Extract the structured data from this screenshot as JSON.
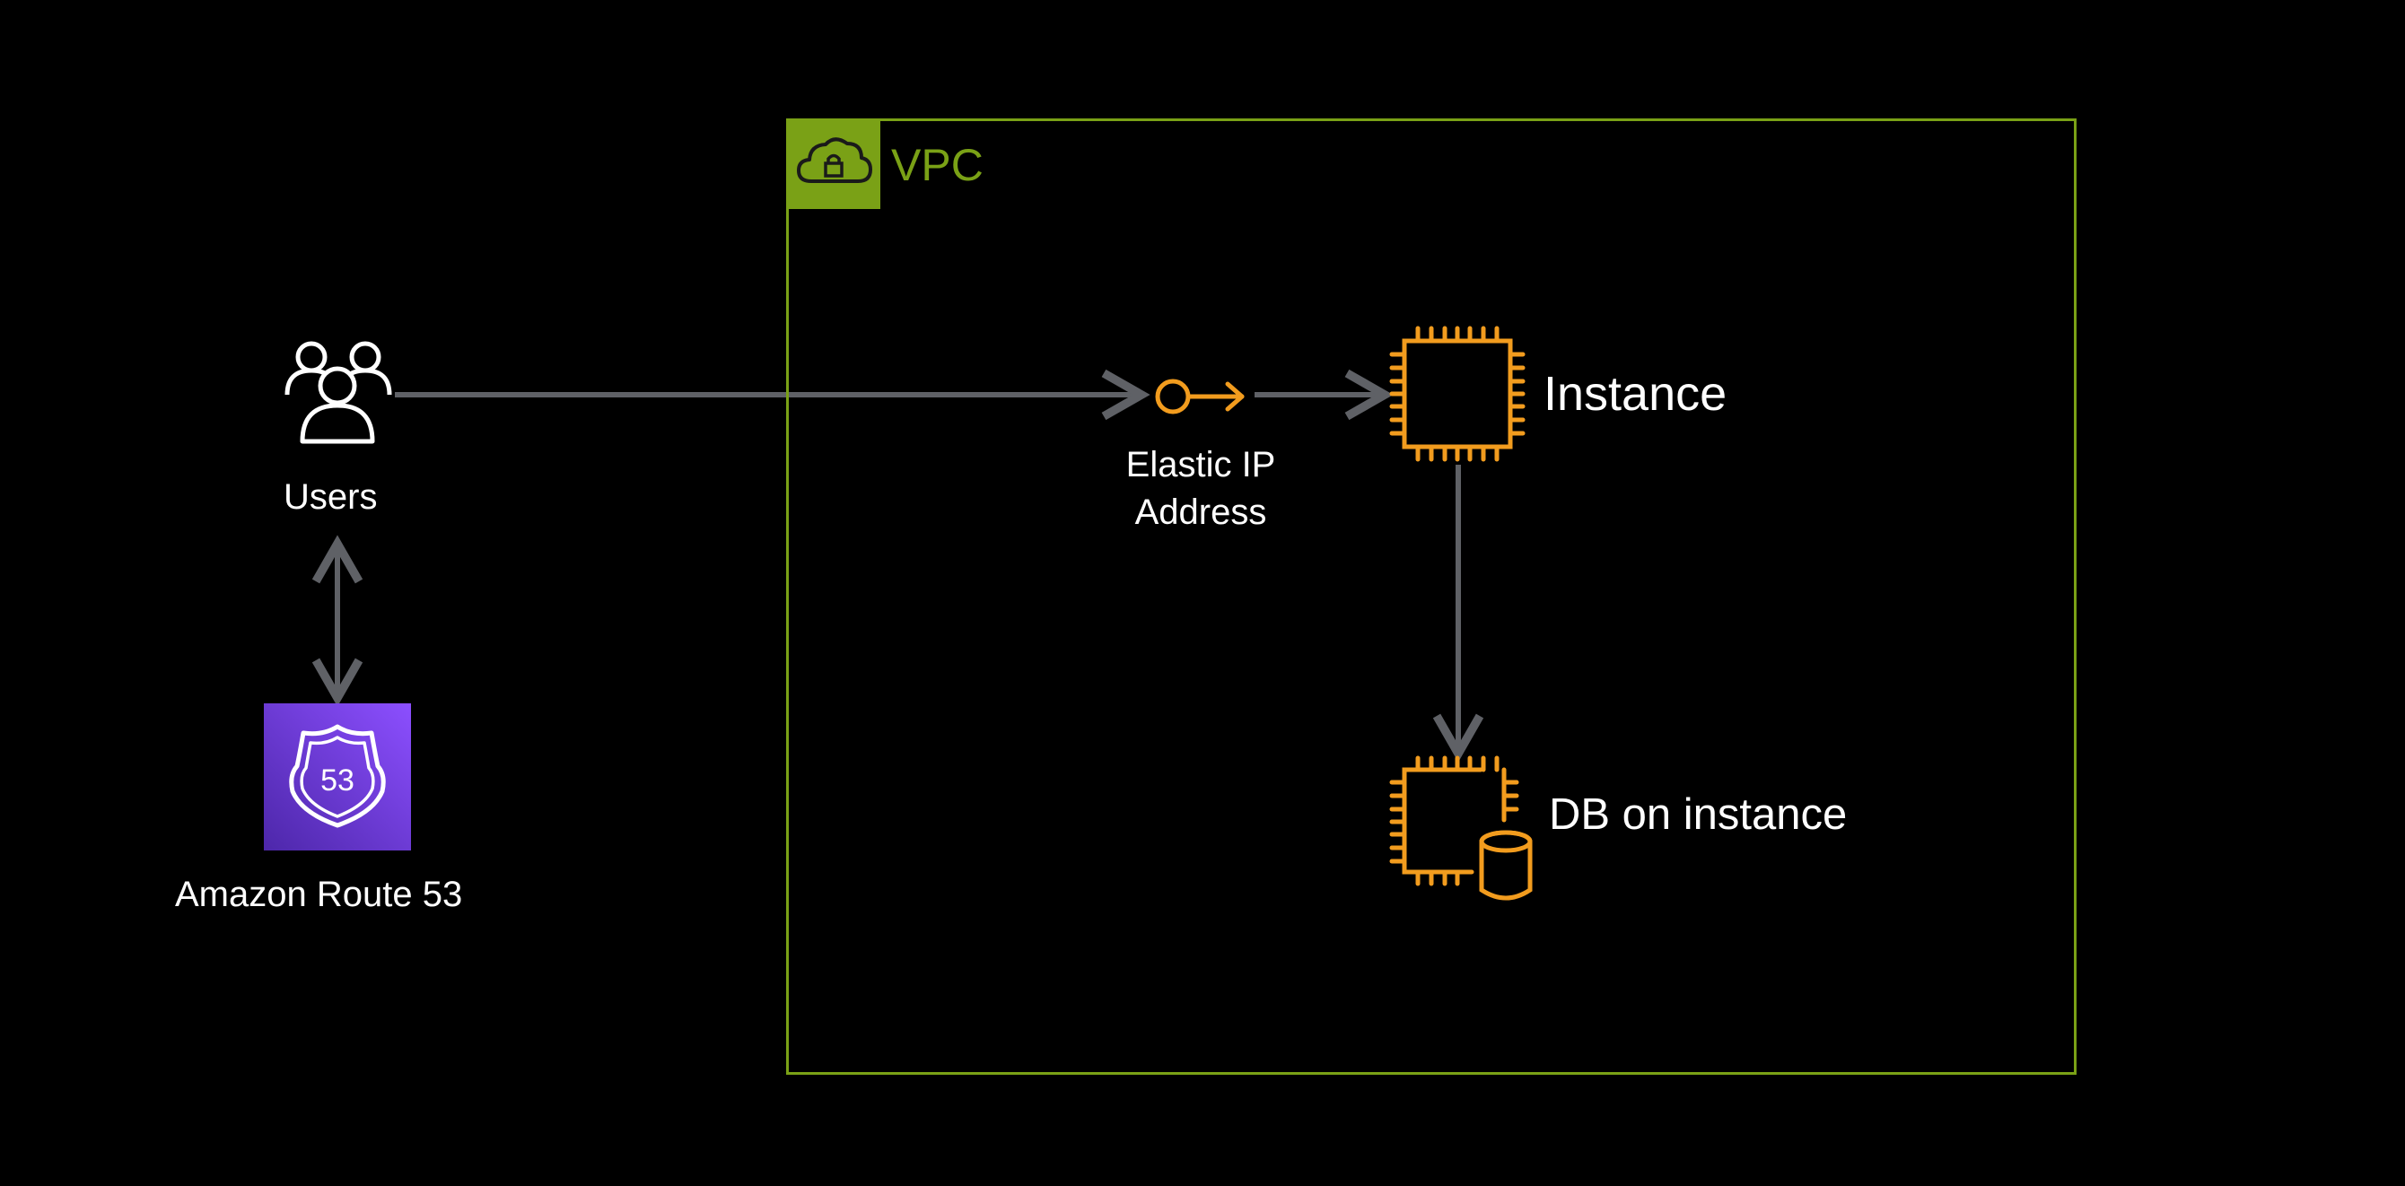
{
  "vpc": {
    "title": "VPC",
    "icon": "vpc-cloud-lock-icon",
    "color": "#7aa116"
  },
  "nodes": {
    "users": {
      "label": "Users",
      "icon": "users-icon"
    },
    "route53": {
      "label": "Amazon Route 53",
      "icon": "route53-shield-icon",
      "badge_text": "53"
    },
    "elastic_ip": {
      "label_line1": "Elastic IP",
      "label_line2": "Address",
      "icon": "elastic-ip-icon"
    },
    "instance": {
      "label": "Instance",
      "icon": "ec2-instance-chip-icon"
    },
    "db_instance": {
      "label": "DB on instance",
      "icon": "db-on-instance-icon"
    }
  },
  "edges": [
    {
      "from": "users",
      "to": "elastic_ip",
      "type": "arrow"
    },
    {
      "from": "elastic_ip",
      "to": "instance",
      "type": "arrow"
    },
    {
      "from": "instance",
      "to": "db_instance",
      "type": "arrow"
    },
    {
      "from": "users",
      "to": "route53",
      "type": "bidirectional-arrow"
    }
  ],
  "colors": {
    "background": "#000000",
    "vpc_green": "#7aa116",
    "compute_orange": "#f29c1e",
    "arrow_gray": "#5f6166",
    "route53_purple": "#8c4fff"
  }
}
